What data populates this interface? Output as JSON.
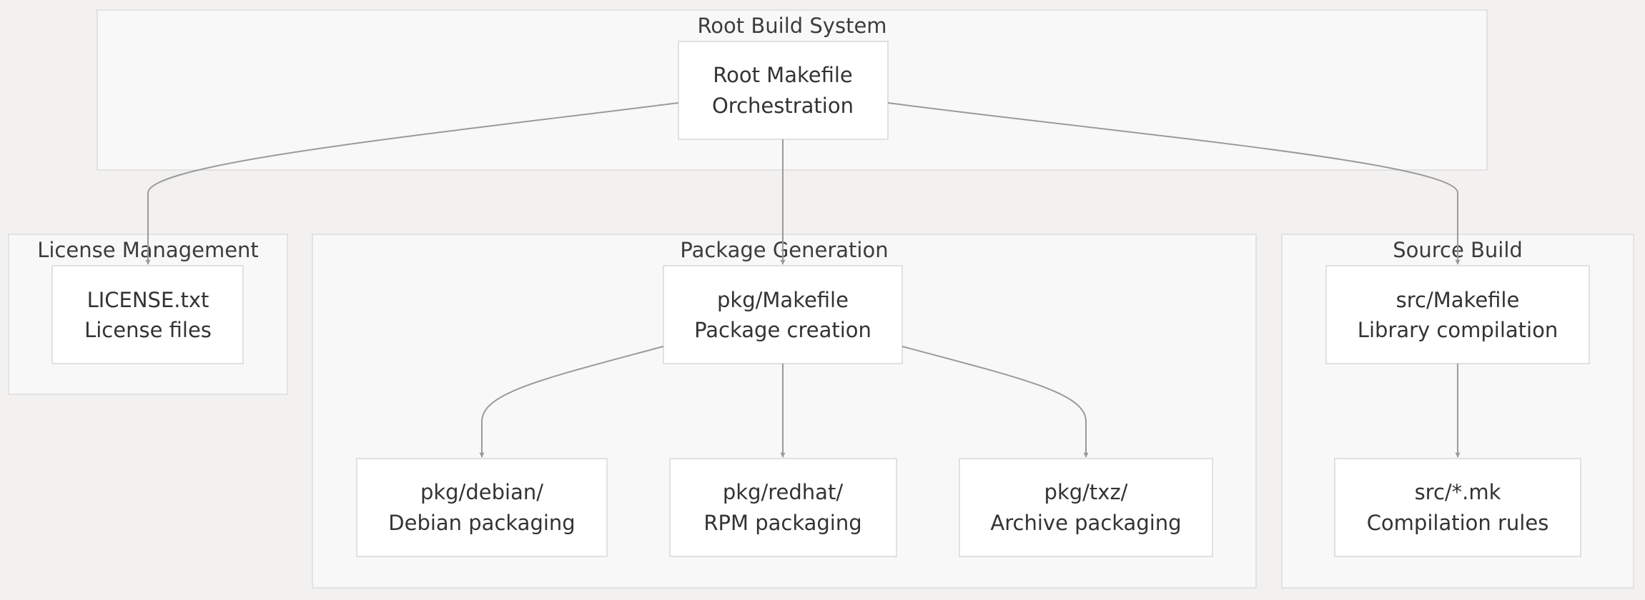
{
  "clusters": {
    "root": {
      "label": "Root Build System"
    },
    "license": {
      "label": "License Management"
    },
    "package": {
      "label": "Package Generation"
    },
    "source": {
      "label": "Source Build"
    }
  },
  "nodes": {
    "root_makefile": {
      "line1": "Root Makefile",
      "line2": "Orchestration"
    },
    "license_txt": {
      "line1": "LICENSE.txt",
      "line2": "License files"
    },
    "pkg_makefile": {
      "line1": "pkg/Makefile",
      "line2": "Package creation"
    },
    "src_makefile": {
      "line1": "src/Makefile",
      "line2": "Library compilation"
    },
    "pkg_debian": {
      "line1": "pkg/debian/",
      "line2": "Debian packaging"
    },
    "pkg_redhat": {
      "line1": "pkg/redhat/",
      "line2": "RPM packaging"
    },
    "pkg_txz": {
      "line1": "pkg/txz/",
      "line2": "Archive packaging"
    },
    "src_mk": {
      "line1": "src/*.mk",
      "line2": "Compilation rules"
    }
  },
  "edges": [
    {
      "from": "root_makefile",
      "to": "license_txt"
    },
    {
      "from": "root_makefile",
      "to": "pkg_makefile"
    },
    {
      "from": "root_makefile",
      "to": "src_makefile"
    },
    {
      "from": "pkg_makefile",
      "to": "pkg_debian"
    },
    {
      "from": "pkg_makefile",
      "to": "pkg_redhat"
    },
    {
      "from": "pkg_makefile",
      "to": "pkg_txz"
    },
    {
      "from": "src_makefile",
      "to": "src_mk"
    }
  ]
}
